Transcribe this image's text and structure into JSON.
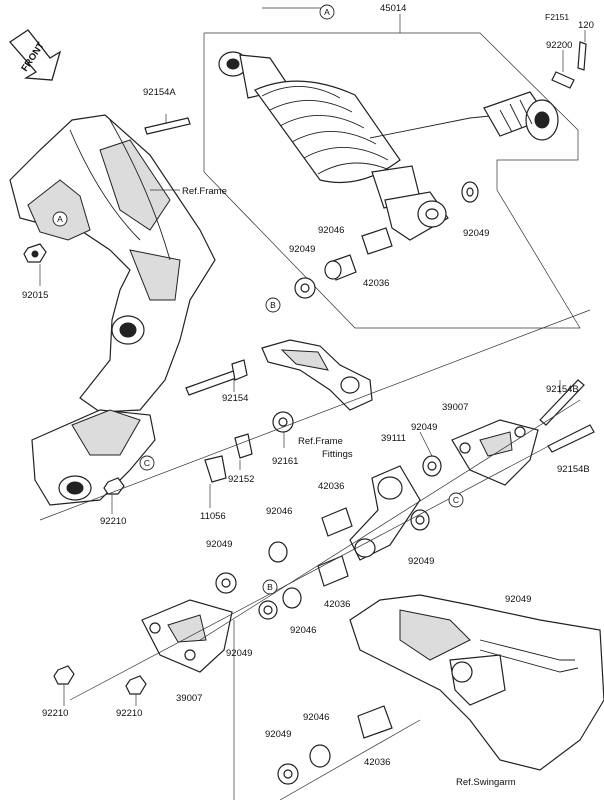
{
  "front_badge": "FRONT",
  "circle_refs": {
    "a_top": "A",
    "a_frame": "A",
    "b_shock": "B",
    "b_link": "B",
    "c_frame": "C",
    "c_link": "C"
  },
  "labels": {
    "p45014": "45014",
    "pF2151": "F2151",
    "p120": "120",
    "p92200": "92200",
    "p92154A": "92154A",
    "ref_frame": "Ref.Frame",
    "p92049_tl": "92049",
    "p92046_t": "92046",
    "p92049_tr": "92049",
    "p42036_t": "42036",
    "p92015": "92015",
    "p92154": "92154",
    "p92154B_top": "92154B",
    "p39007_tr": "39007",
    "p92049_mr": "92049",
    "p39111": "39111",
    "p92161": "92161",
    "ref_fittings_1": "Ref.Frame",
    "ref_fittings_2": "Fittings",
    "p92152": "92152",
    "p11056": "11056",
    "p92154B_r": "92154B",
    "p42036_m": "42036",
    "p92046_m": "92046",
    "p92049_ml": "92049",
    "p92049_c": "92049",
    "p92210_l": "92210",
    "p42036_b": "42036",
    "p92046_b": "92046",
    "p92049_bl": "92049",
    "p92049_rr": "92049",
    "p92210_bl": "92210",
    "p92210_bm": "92210",
    "p39007_b": "39007",
    "p92046_bb": "92046",
    "p92049_bb": "92049",
    "p42036_bb": "42036",
    "ref_swingarm": "Ref.Swingarm"
  }
}
